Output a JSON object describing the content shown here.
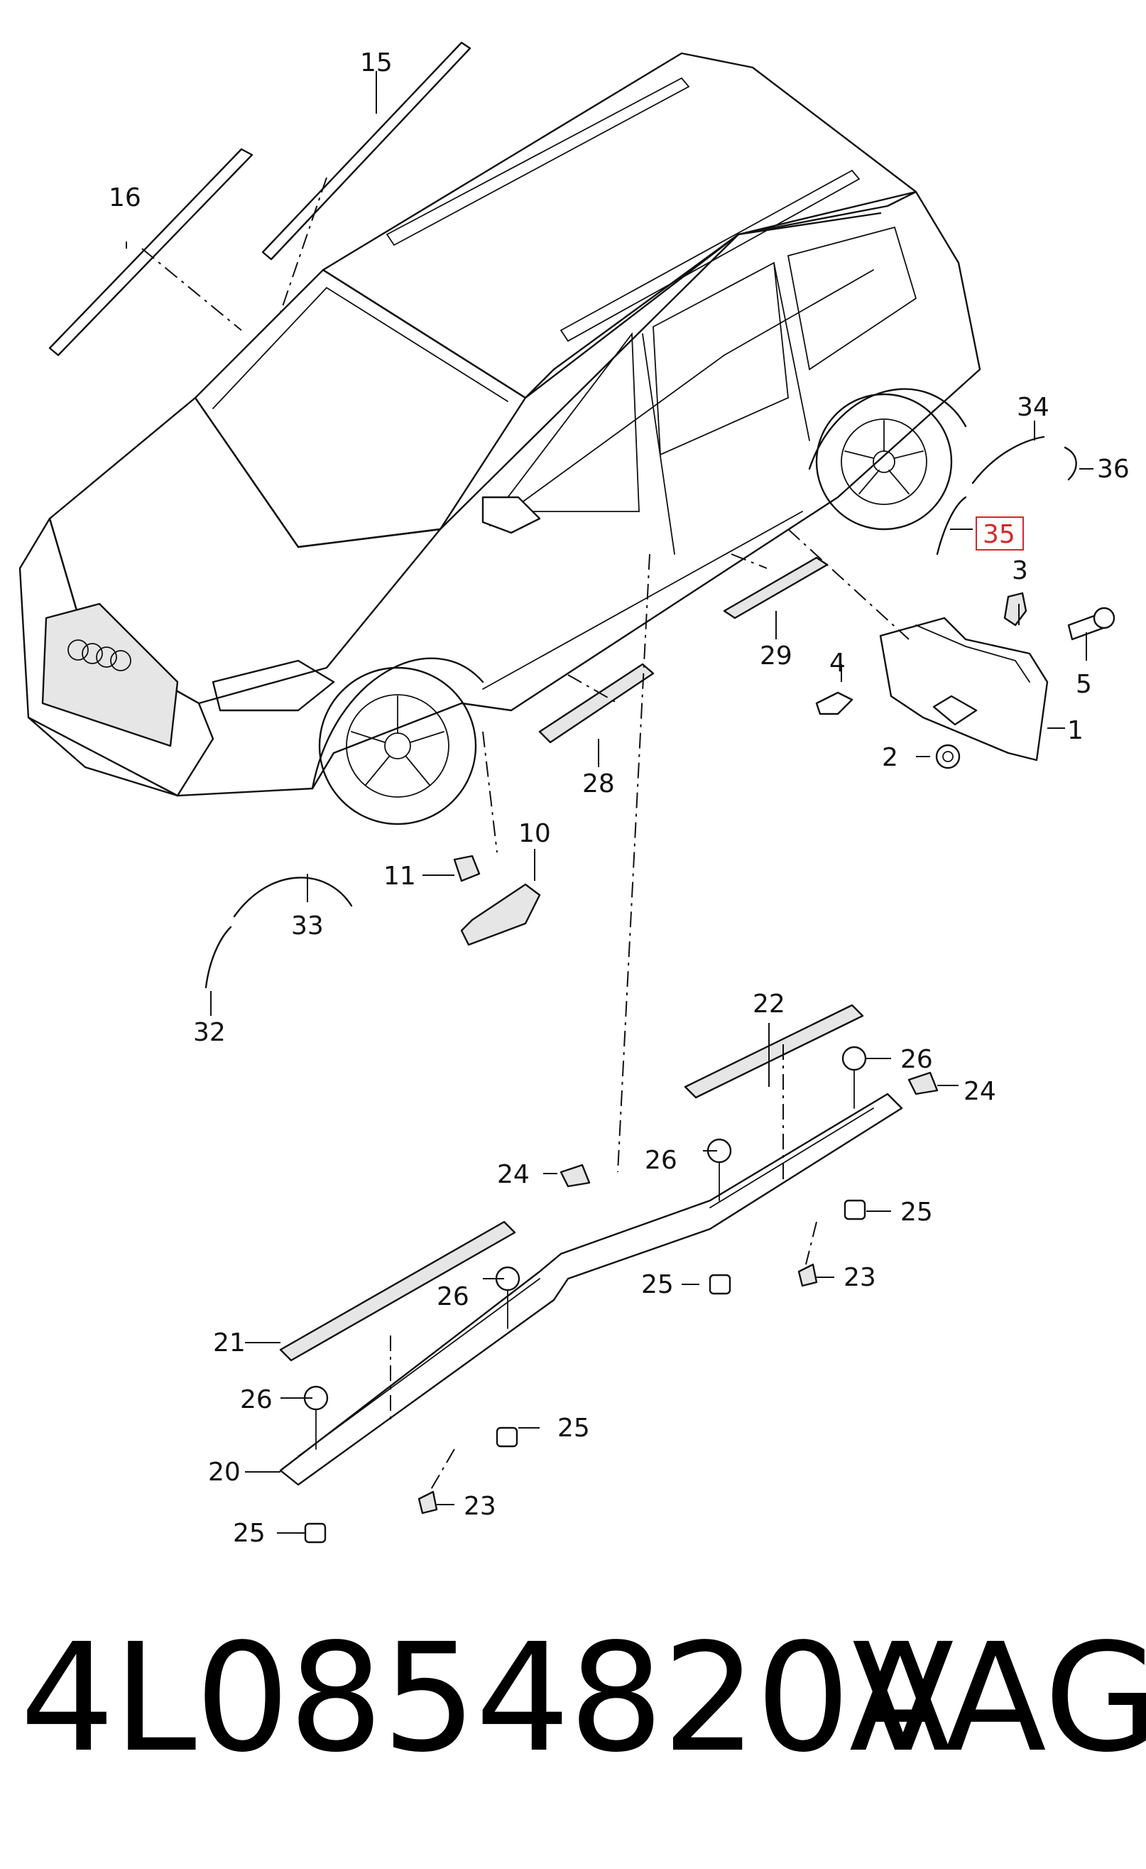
{
  "callouts": {
    "c1": "1",
    "c2": "2",
    "c3": "3",
    "c4": "4",
    "c5": "5",
    "c10": "10",
    "c11": "11",
    "c15": "15",
    "c16": "16",
    "c20": "20",
    "c21": "21",
    "c22": "22",
    "c23a": "23",
    "c23b": "23",
    "c24a": "24",
    "c24b": "24",
    "c25a": "25",
    "c25b": "25",
    "c25c": "25",
    "c25d": "25",
    "c26a": "26",
    "c26b": "26",
    "c26c": "26",
    "c26d": "26",
    "c28": "28",
    "c29": "29",
    "c32": "32",
    "c33": "33",
    "c34": "34",
    "c35": "35",
    "c36": "36"
  },
  "highlight_color": "#d02a2a",
  "part_number": "4L0854820A",
  "brand": "VAG"
}
